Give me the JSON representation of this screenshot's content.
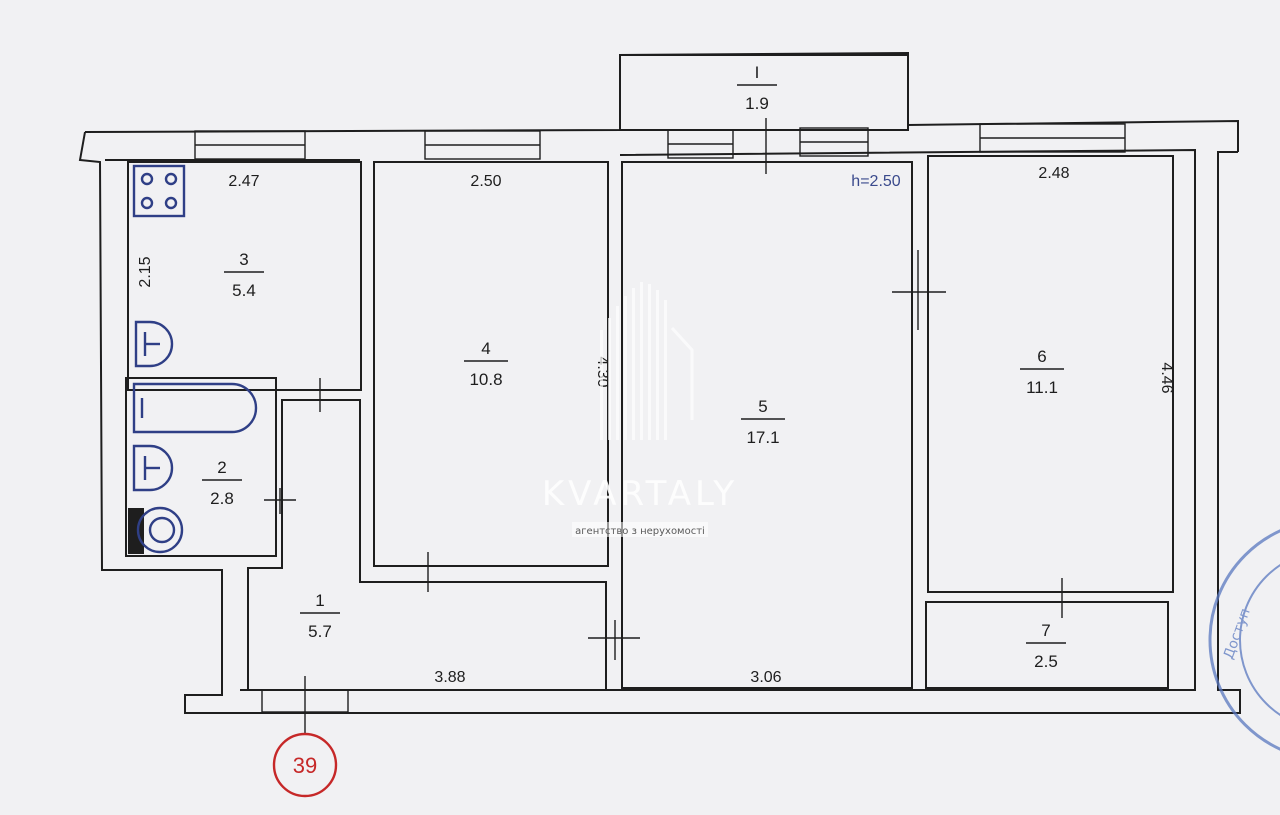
{
  "rooms": [
    {
      "id": "1",
      "number": "1",
      "area": "5.7"
    },
    {
      "id": "2",
      "number": "2",
      "area": "2.8"
    },
    {
      "id": "3",
      "number": "3",
      "area": "5.4"
    },
    {
      "id": "4",
      "number": "4",
      "area": "10.8"
    },
    {
      "id": "5",
      "number": "5",
      "area": "17.1"
    },
    {
      "id": "6",
      "number": "6",
      "area": "11.1"
    },
    {
      "id": "7",
      "number": "7",
      "area": "2.5"
    },
    {
      "id": "balcony",
      "number": "I",
      "area": "1.9"
    }
  ],
  "dimensions": {
    "kitchen_top": "2.47",
    "kitchen_side": "2.15",
    "room4_top": "2.50",
    "room4_side": "4.30",
    "room6_top": "2.48",
    "room6_side": "4.46",
    "hall_bottom": "3.88",
    "room5_bottom": "3.06"
  },
  "ceiling_height": "h=2.50",
  "apartment_number": "39",
  "watermark": {
    "brand": "KVARTALY",
    "tagline": "агентство з нерухомості"
  },
  "stamp": {
    "text": "Доступ"
  },
  "colors": {
    "wall": "#1e1e1e",
    "fixture": "#2f3f86",
    "marker": "#c62828",
    "stamp": "#5a78c0"
  }
}
